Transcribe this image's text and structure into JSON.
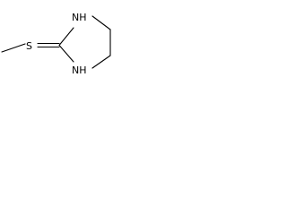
{
  "structure": {
    "atoms": {
      "sulfur": "S",
      "nh_top": "NH",
      "nh_bottom": "NH"
    }
  }
}
